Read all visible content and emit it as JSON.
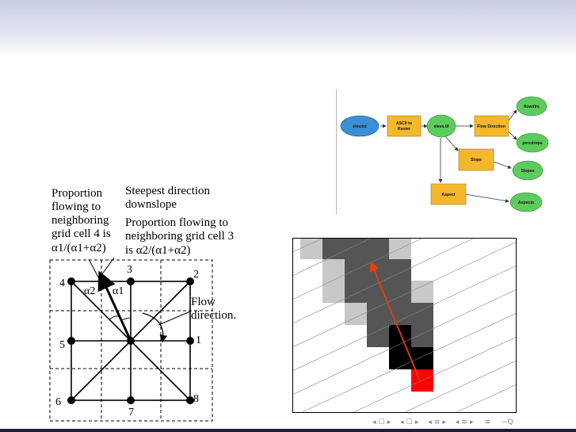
{
  "diagram_labels": {
    "proportion_cell4_line1": "Proportion",
    "proportion_cell4_line2": "flowing to",
    "proportion_cell4_line3": "neighboring",
    "proportion_cell4_line4": "grid cell 4 is",
    "proportion_cell4_formula": "α1/(α1+α2)",
    "steepest_line1": "Steepest direction",
    "steepest_line2": "downslope",
    "proportion_cell3_line1": "Proportion flowing to",
    "proportion_cell3_line2": "neighboring grid cell 3",
    "proportion_cell3_formula": "is α2/(α1+α2)",
    "flow_line1": "Flow",
    "flow_line2": "direction.",
    "alpha1": "α1",
    "alpha2": "α2",
    "cell_numbers": [
      "1",
      "2",
      "3",
      "4",
      "5",
      "6",
      "7",
      "8"
    ]
  },
  "model_builder": {
    "nodes": {
      "elev_txt": "elev.txt",
      "ascii_to_raster_line1": "ASCII to",
      "ascii_to_raster_line2": "Raster",
      "elevs_tif": "elevs.tif",
      "flow_direction": "Flow Direction",
      "flowdirs": "flowdirs",
      "percdrops": "percdrops",
      "slope": "Slope",
      "slopes": "Slopes",
      "aspect": "Aspect",
      "aspects": "Aspects"
    },
    "colors": {
      "input": "#3b8fd4",
      "tool": "#f5b82a",
      "output": "#5ccc5c"
    }
  },
  "raster": {
    "arrow_color": "#e04010",
    "outlet_color": "#ff0000"
  },
  "nav_icons": [
    "nav-first-icon",
    "nav-prev-icon",
    "nav-frame-icon",
    "nav-next-icon",
    "nav-last-icon",
    "nav-search-icon"
  ]
}
